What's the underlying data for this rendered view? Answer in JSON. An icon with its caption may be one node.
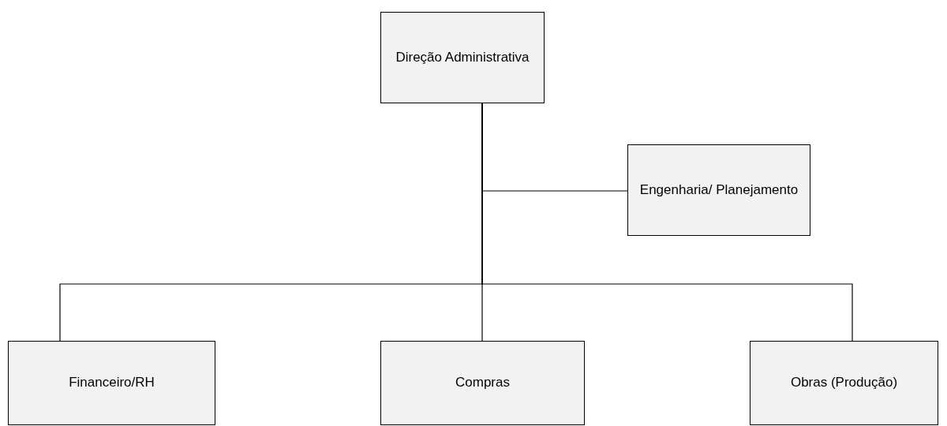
{
  "diagram": {
    "nodes": [
      {
        "text": [
          "Direção Administrativa"
        ]
      },
      {
        "text": [
          "Engenharia/ Planejamento"
        ]
      },
      {
        "text": [
          "Financeiro/RH"
        ]
      },
      {
        "text": [
          "Compras"
        ]
      },
      {
        "text": [
          "Obras (Produção)"
        ]
      }
    ],
    "edges": [
      {
        "from": 0,
        "to": 1,
        "arrow": "none"
      },
      {
        "from": 0,
        "to": 2,
        "arrow": "none"
      },
      {
        "from": 0,
        "to": 3,
        "arrow": "none"
      },
      {
        "from": 0,
        "to": 4,
        "arrow": "none"
      }
    ]
  }
}
